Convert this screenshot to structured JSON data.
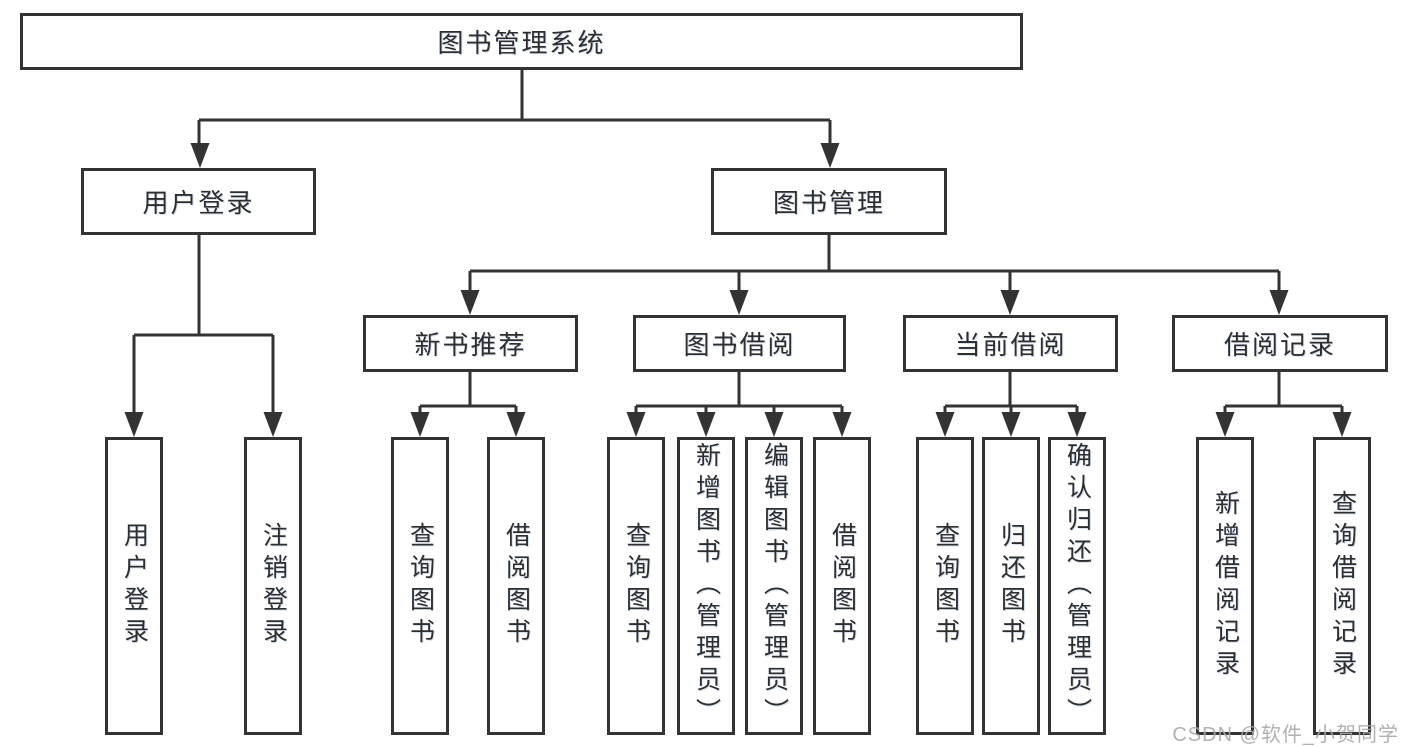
{
  "tree": {
    "root": "图书管理系统",
    "branches": [
      {
        "label": "用户登录",
        "children": [
          "用户登录",
          "注销登录"
        ]
      },
      {
        "label": "图书管理",
        "sections": [
          {
            "label": "新书推荐",
            "children": [
              "查询图书",
              "借阅图书"
            ]
          },
          {
            "label": "图书借阅",
            "children": [
              "查询图书",
              "新增图书（管理员）",
              "编辑图书（管理员）",
              "借阅图书"
            ]
          },
          {
            "label": "当前借阅",
            "children": [
              "查询图书",
              "归还图书",
              "确认归还（管理员）"
            ]
          },
          {
            "label": "借阅记录",
            "children": [
              "新增借阅记录",
              "查询借阅记录"
            ]
          }
        ]
      }
    ]
  },
  "watermark": "CSDN @软件_小贺同学",
  "colors": {
    "line": "#333333",
    "box_border": "#333333",
    "text": "#2e2e2e",
    "background": "#ffffff",
    "watermark": "#a8a8a8"
  }
}
